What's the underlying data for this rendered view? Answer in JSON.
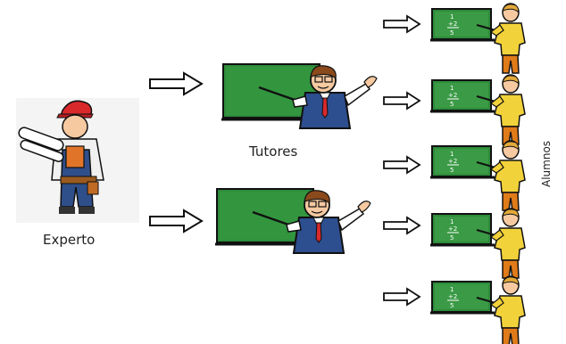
{
  "labels": {
    "expert": "Experto",
    "tutors": "Tutores",
    "students": "Alumnos"
  },
  "board_text": {
    "top": "1",
    "mid": "+2",
    "bottom": "5"
  },
  "colors": {
    "board": "#2e8b3a",
    "board_dark": "#1f6a2a",
    "board_frame": "#111111",
    "shirt_yellow": "#f2d23a",
    "pants_orange": "#e07b1a",
    "tutor_vest": "#2d4e8f",
    "expert_cap": "#d9292b",
    "expert_overall": "#2f4f8a",
    "skin": "#f6c9a1"
  },
  "nodes": {
    "expert": {
      "name": "Experto",
      "icon": "worker-icon"
    },
    "tutors": [
      {
        "icon": "teacher-icon"
      },
      {
        "icon": "teacher-icon"
      }
    ],
    "students": [
      {
        "icon": "student-icon"
      },
      {
        "icon": "student-icon"
      },
      {
        "icon": "student-icon"
      },
      {
        "icon": "student-icon"
      },
      {
        "icon": "student-icon"
      }
    ]
  }
}
